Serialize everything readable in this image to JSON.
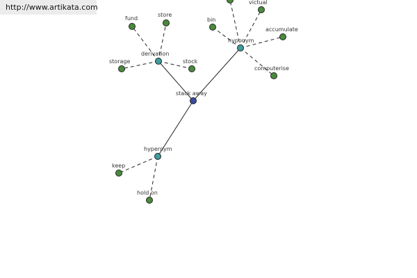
{
  "header": {
    "url": "http://www.artikata.com"
  },
  "graph": {
    "center": {
      "label": "stack away",
      "color": "#3b4aa0"
    },
    "groups": {
      "hyponym": {
        "label": "hyponym",
        "color": "#3f9c9c",
        "edge": "solid"
      },
      "derivation": {
        "label": "derivation",
        "color": "#3f9c9c",
        "edge": "dashed"
      },
      "hypernym": {
        "label": "hypernym",
        "color": "#3f9c9c",
        "edge": "solid"
      }
    },
    "leaves": {
      "victual": "victual",
      "accumulate": "accumulate",
      "bin": "bin",
      "computerise": "computerise",
      "fund": "fund",
      "store": "store",
      "storage": "storage",
      "stock": "stock",
      "keep": "keep",
      "hold_on": "hold on"
    },
    "leaf_color": "#4a8a3c"
  }
}
